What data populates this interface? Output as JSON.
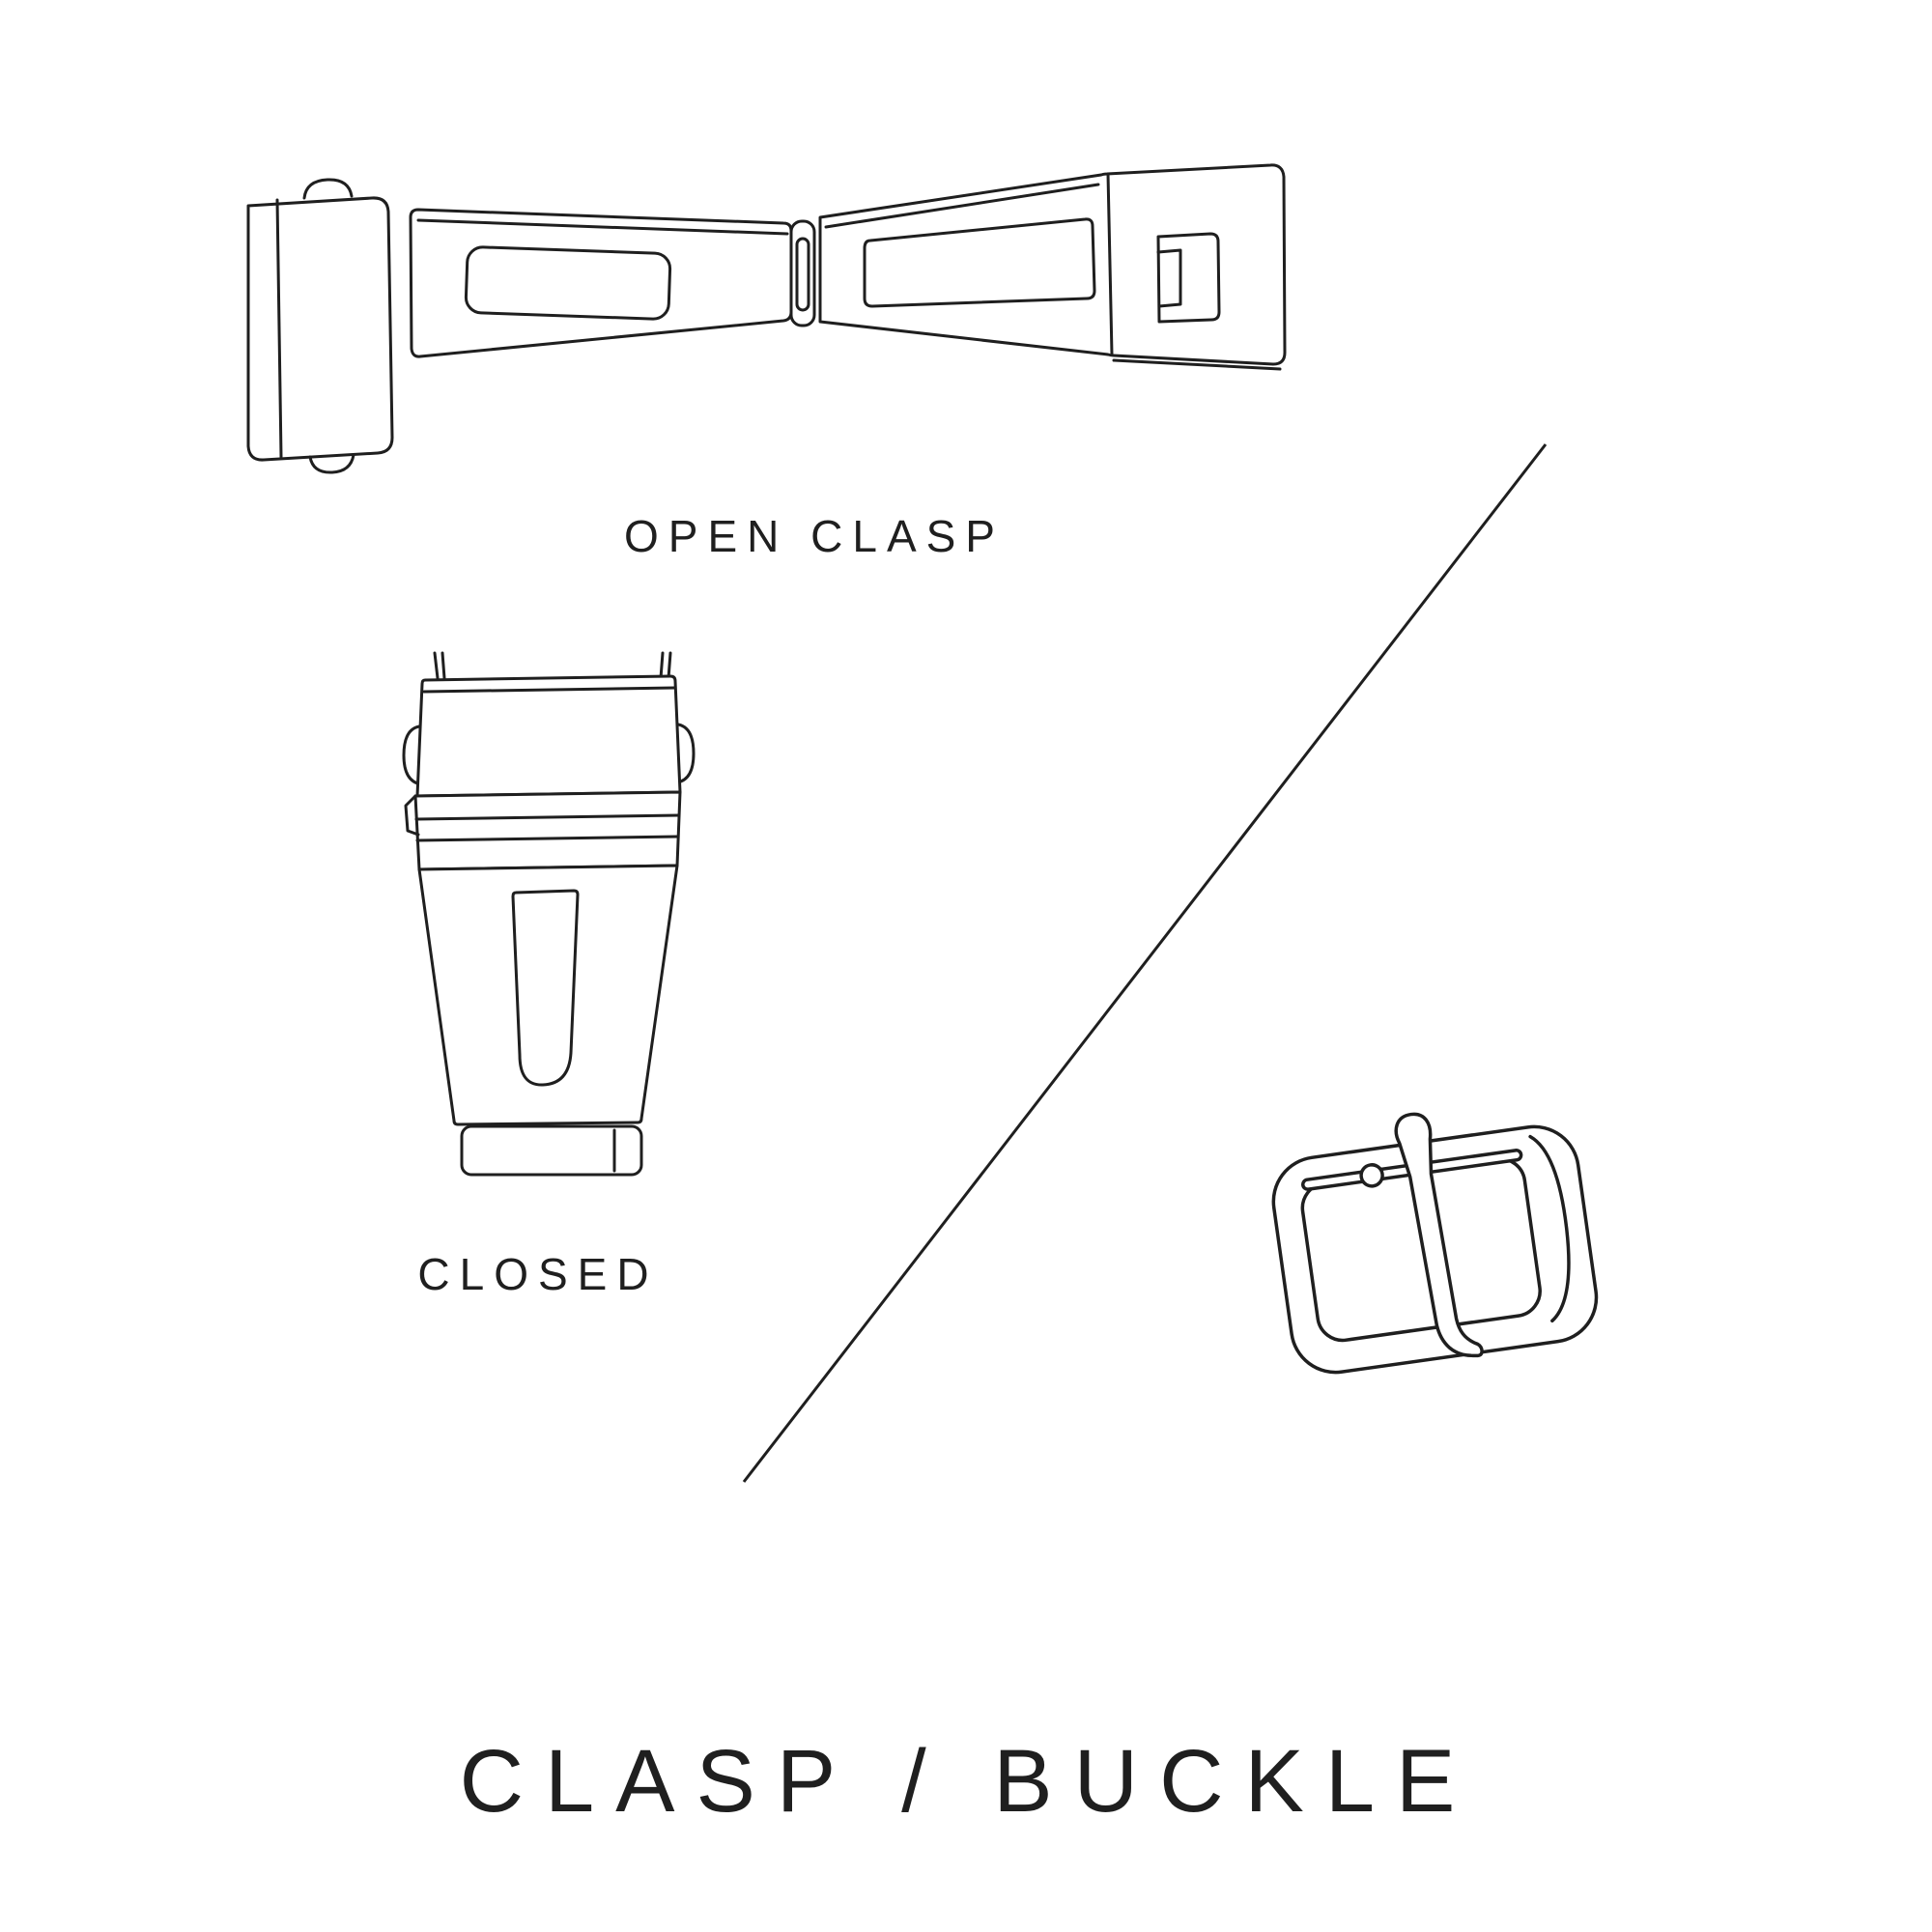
{
  "page": {
    "background": "#ffffff",
    "ink": "#1f1f1f",
    "title": "CLASP / BUCKLE"
  },
  "captions": {
    "open_clasp": "OPEN CLASP",
    "closed": "CLOSED"
  },
  "illustrations": [
    {
      "name": "open-clasp-illustration",
      "caption": "OPEN CLASP"
    },
    {
      "name": "closed-clasp-illustration",
      "caption": "CLOSED"
    },
    {
      "name": "tang-buckle-illustration",
      "caption": ""
    }
  ]
}
